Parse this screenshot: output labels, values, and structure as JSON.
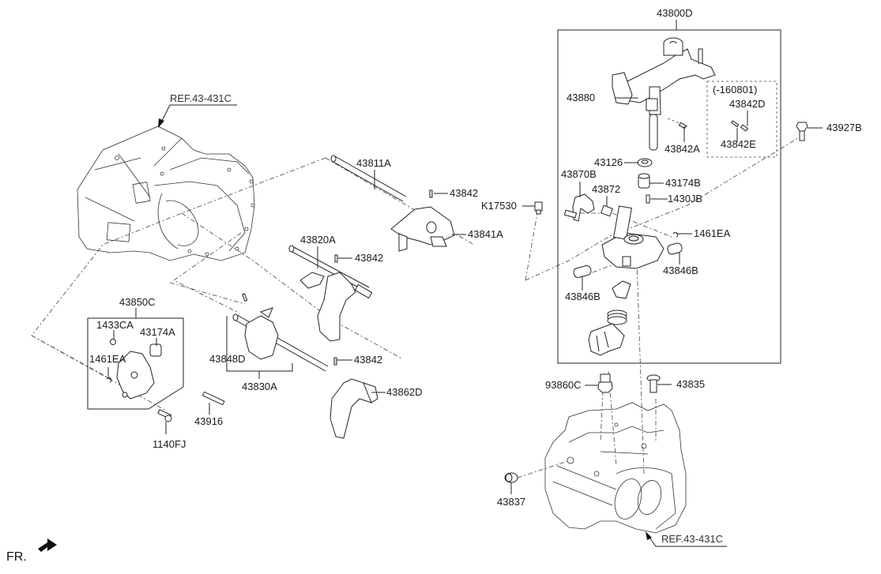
{
  "diagram": {
    "title": "Gear Shift Control Assembly - Transaxle",
    "orientation_label": "FR.",
    "references": [
      {
        "id": "ref-top-left",
        "text": "REF.43-431C"
      },
      {
        "id": "ref-bottom-right",
        "text": "REF.43-431C"
      }
    ],
    "parts": [
      {
        "id": "p43800D",
        "code": "43800D"
      },
      {
        "id": "p43880",
        "code": "43880"
      },
      {
        "id": "p160801",
        "code": "(-160801)"
      },
      {
        "id": "p43842D",
        "code": "43842D"
      },
      {
        "id": "p43842E",
        "code": "43842E"
      },
      {
        "id": "p43842A",
        "code": "43842A"
      },
      {
        "id": "p43927B",
        "code": "43927B"
      },
      {
        "id": "p43126",
        "code": "43126"
      },
      {
        "id": "p43870B",
        "code": "43870B"
      },
      {
        "id": "p43174B",
        "code": "43174B"
      },
      {
        "id": "p43872",
        "code": "43872"
      },
      {
        "id": "p1430JB",
        "code": "1430JB"
      },
      {
        "id": "pK17530",
        "code": "K17530"
      },
      {
        "id": "p1461EA_r",
        "code": "1461EA"
      },
      {
        "id": "p43846B_r",
        "code": "43846B"
      },
      {
        "id": "p43846B_l",
        "code": "43846B"
      },
      {
        "id": "p93860C",
        "code": "93860C"
      },
      {
        "id": "p43835",
        "code": "43835"
      },
      {
        "id": "p43837",
        "code": "43837"
      },
      {
        "id": "p43811A",
        "code": "43811A"
      },
      {
        "id": "p43842_1",
        "code": "43842"
      },
      {
        "id": "p43841A",
        "code": "43841A"
      },
      {
        "id": "p43820A",
        "code": "43820A"
      },
      {
        "id": "p43842_2",
        "code": "43842"
      },
      {
        "id": "p43850C",
        "code": "43850C"
      },
      {
        "id": "p1433CA",
        "code": "1433CA"
      },
      {
        "id": "p43174A",
        "code": "43174A"
      },
      {
        "id": "p1461EA_l",
        "code": "1461EA"
      },
      {
        "id": "p43848D",
        "code": "43848D"
      },
      {
        "id": "p43842_3",
        "code": "43842"
      },
      {
        "id": "p43830A",
        "code": "43830A"
      },
      {
        "id": "p43862D",
        "code": "43862D"
      },
      {
        "id": "p43916",
        "code": "43916"
      },
      {
        "id": "p1140FJ",
        "code": "1140FJ"
      }
    ]
  }
}
